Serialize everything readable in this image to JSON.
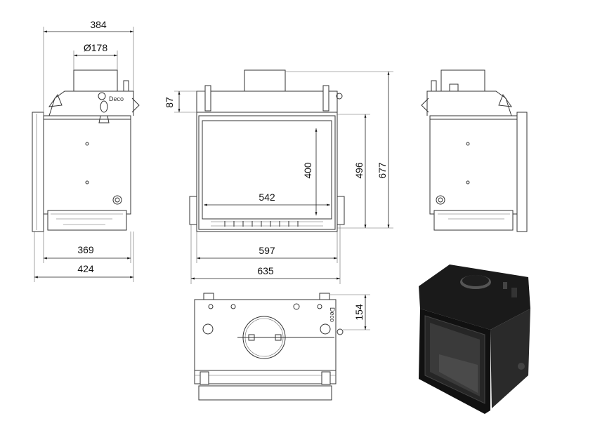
{
  "title": "Fireplace insert technical drawing",
  "brand": "Deco",
  "dimensions": {
    "side_width_top": "384",
    "flue_diameter": "Ø178",
    "side_depth_inner": "369",
    "side_depth_total": "424",
    "top_height": "87",
    "glass_height": "400",
    "glass_width": "542",
    "door_height": "496",
    "total_height": "677",
    "body_width": "597",
    "total_width": "635",
    "flue_offset": "154"
  }
}
